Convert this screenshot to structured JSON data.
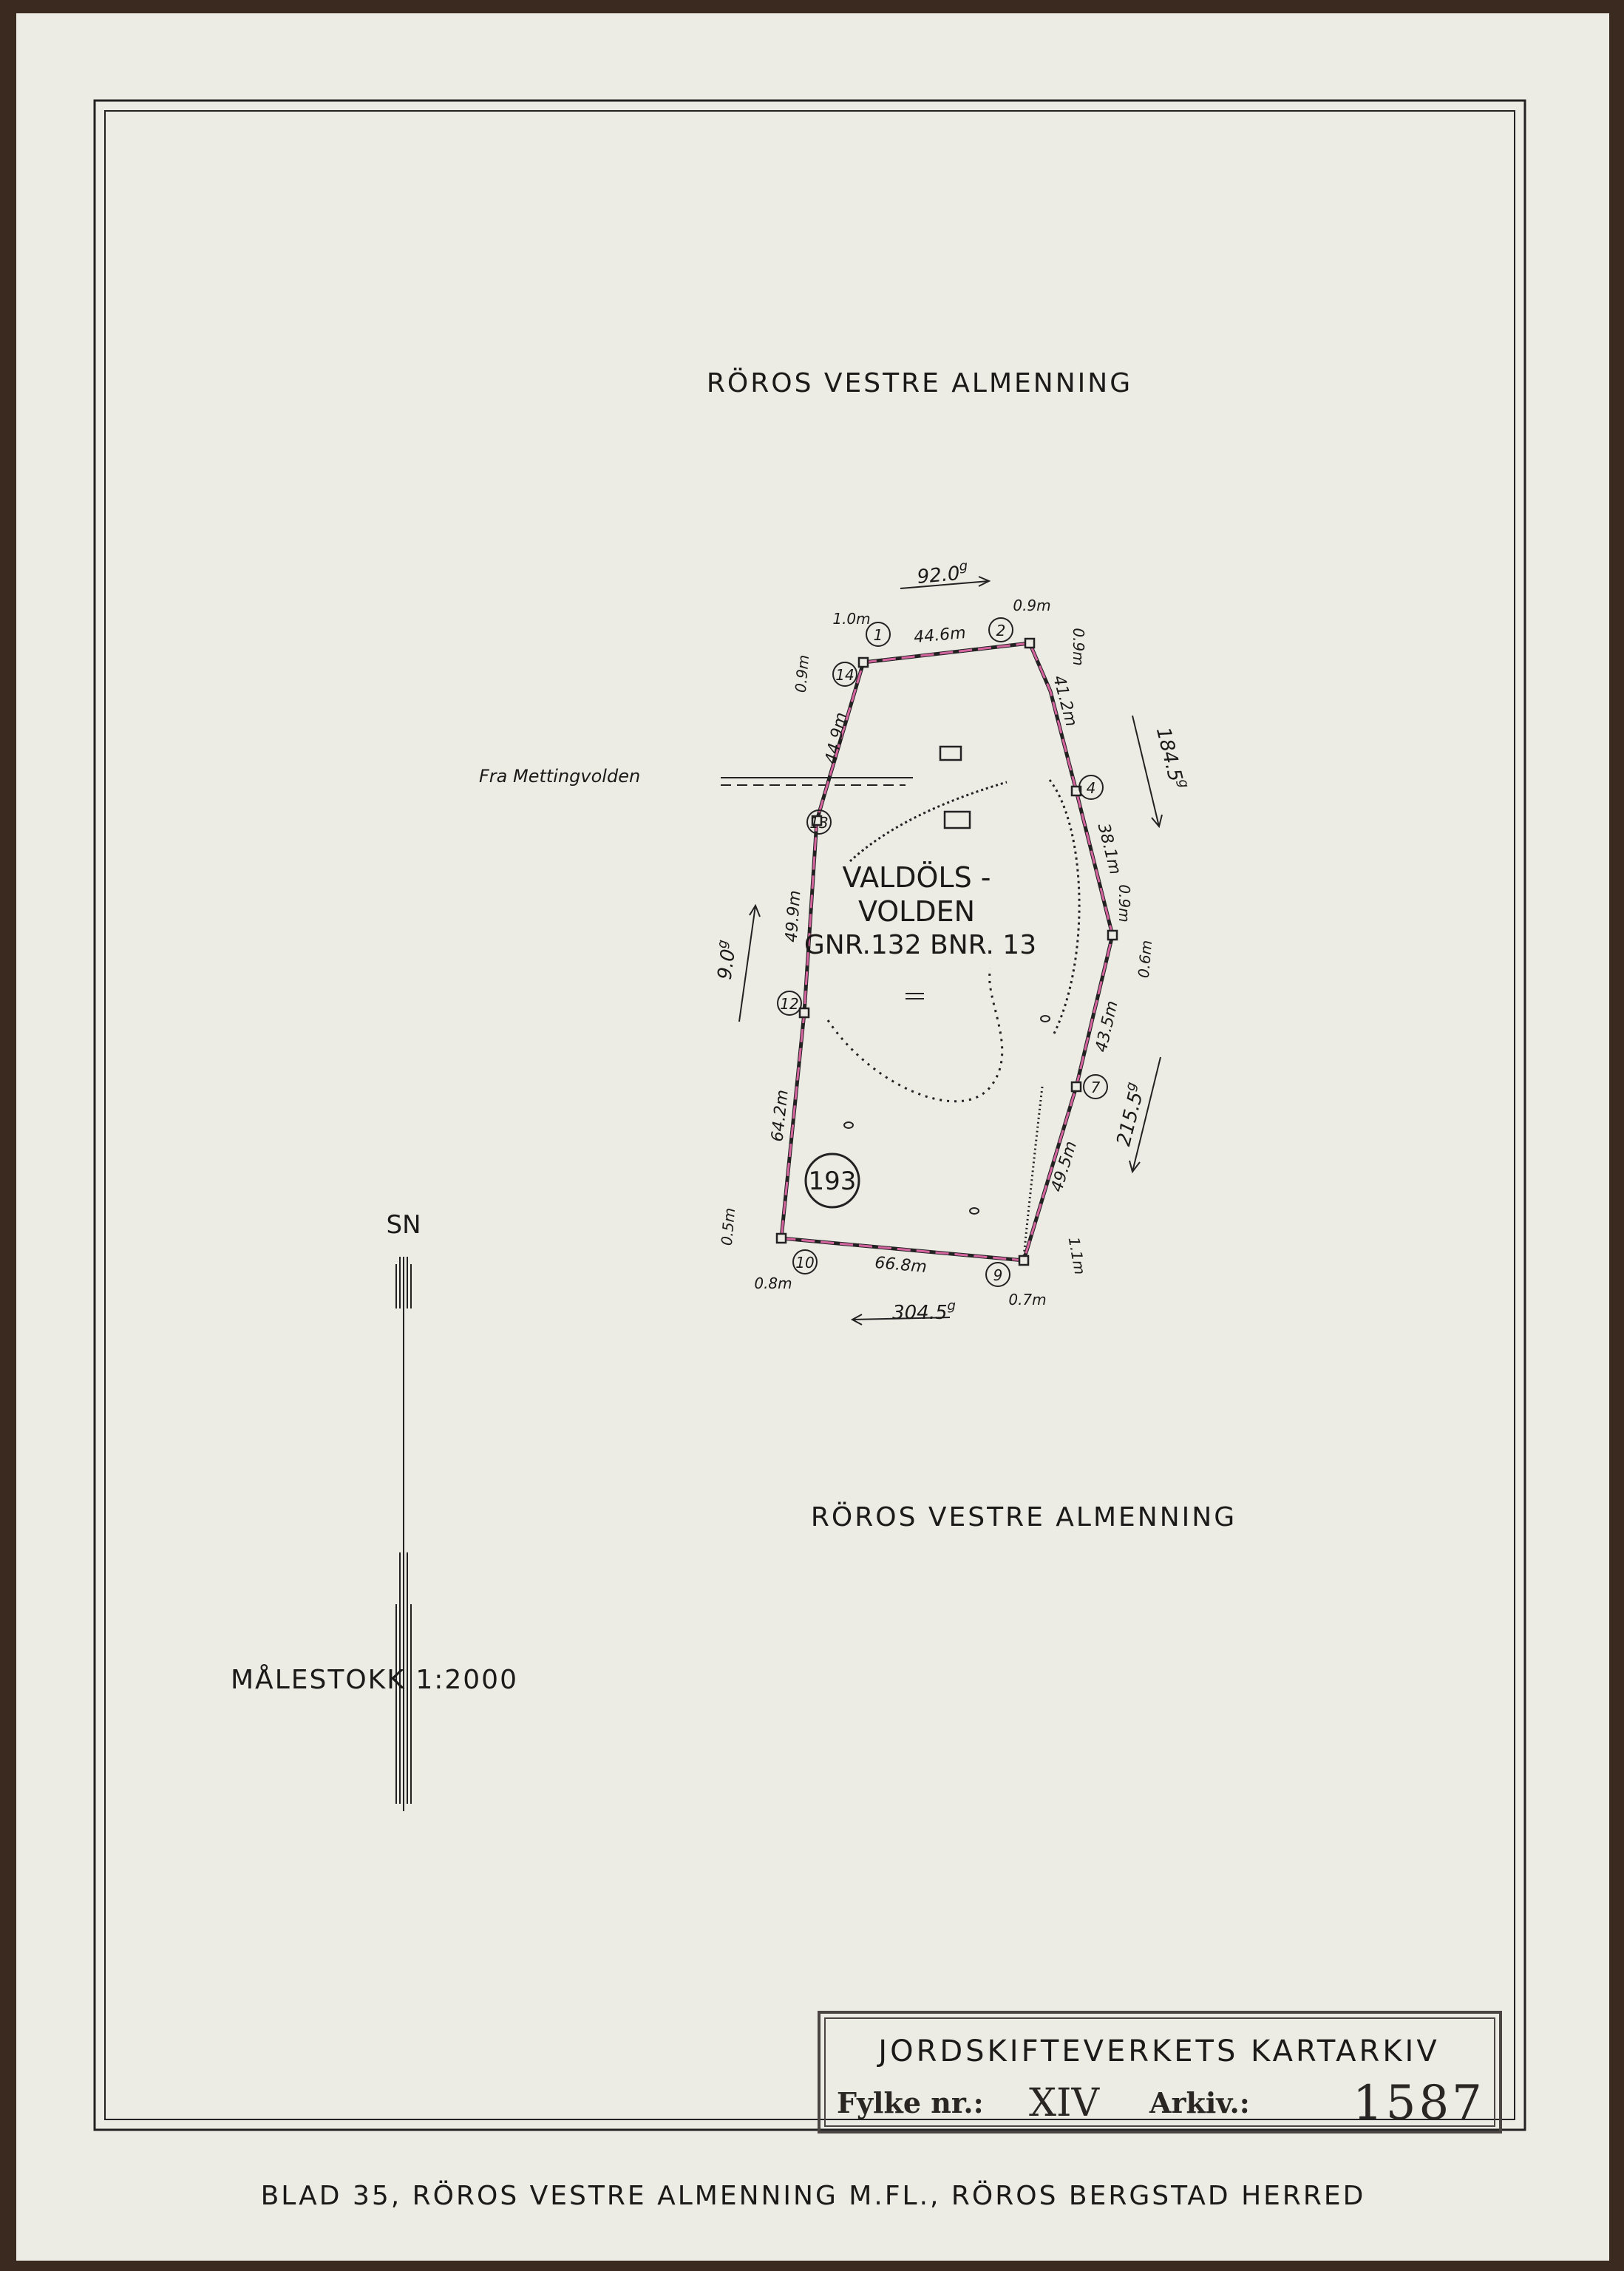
{
  "map": {
    "area_top_label": "RÖROS VESTRE ALMENNING",
    "area_bottom_label": "RÖROS VESTRE ALMENNING",
    "property": {
      "name_line1": "VALDÖLS -",
      "name_line2": "VOLDEN",
      "name_line3": "GNR.132 BNR. 13",
      "number": "193"
    },
    "road_label": "Fra Mettingvolden",
    "north_arrow_label": "SN",
    "points": [
      "1",
      "14",
      "2",
      "4",
      "13",
      "12",
      "7",
      "10",
      "9"
    ],
    "distances": {
      "top": "44.6m",
      "left_upper": "44.9m",
      "left_middle": "49.9m",
      "left_lower": "64.2m",
      "right_upper": "41.2m",
      "right_middle": "38.1m",
      "right_lower1": "43.5m",
      "right_lower2": "49.5m",
      "bottom": "66.8m"
    },
    "offsets": {
      "p1_top": "1.0m",
      "p14_left": "0.9m",
      "p2_top": "0.9m",
      "p2_right": "0.9m",
      "p5_right": "0.9m",
      "p6_right": "0.6m",
      "p10_left": "0.5m",
      "p10_bottom": "0.8m",
      "p9_right": "1.1m",
      "p9_bottom": "0.7m"
    },
    "bearings": {
      "top_value": "92.0",
      "top_sup": "g",
      "right_upper_value": "184.5",
      "right_upper_sup": "g",
      "left_value": "9.0",
      "left_sup": "g",
      "right_lower_value": "215.5",
      "right_lower_sup": "g",
      "bottom_value": "304.5",
      "bottom_sup": "g"
    }
  },
  "scale_label": "MÅLESTOKK 1:2000",
  "stamp": {
    "title": "JORDSKIFTEVERKETS KARTARKIV",
    "county_label": "Fylke nr.:",
    "county_value": "XIV",
    "archive_label": "Arkiv.:",
    "archive_value": "1587"
  },
  "footer": "BLAD 35, RÖROS VESTRE ALMENNING M.FL., RÖROS BERGSTAD HERRED",
  "colors": {
    "ink": "#1c1a18",
    "boundary_pink": "#d4649e",
    "paper": "#ecebe4",
    "mount": "#3a2a20"
  }
}
